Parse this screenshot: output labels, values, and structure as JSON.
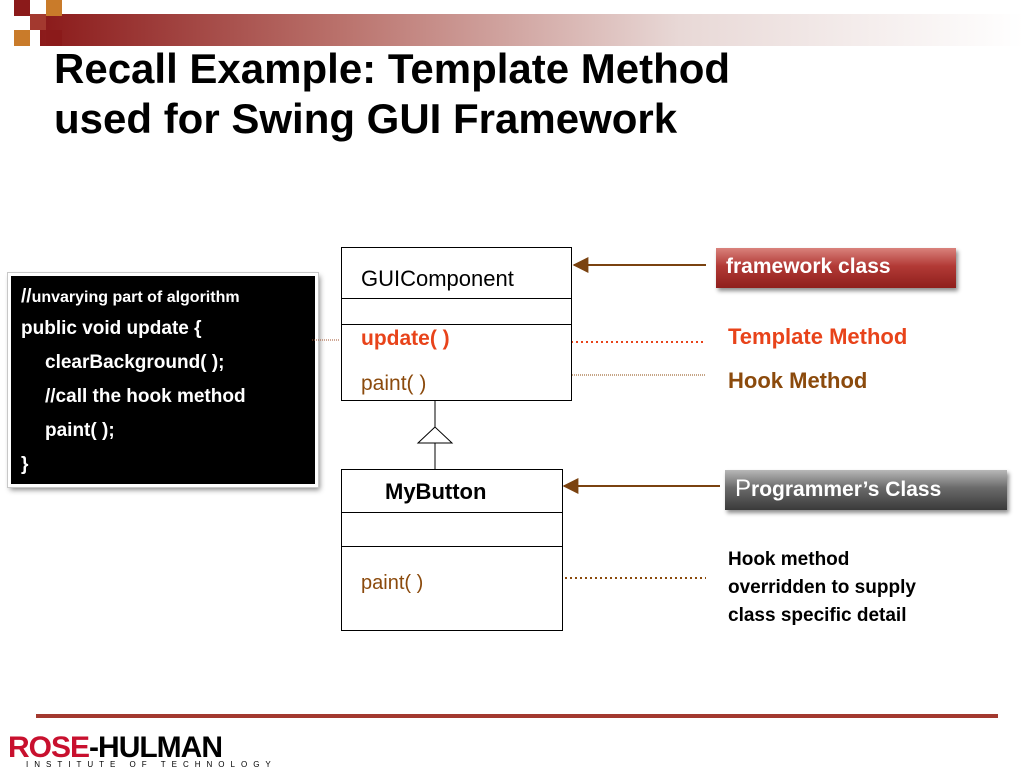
{
  "slide": {
    "title_line1": "Recall Example: Template Method",
    "title_line2": "used for Swing GUI Framework"
  },
  "code": {
    "comment1_prefix": "//",
    "comment1_text": "unvarying part of algorithm",
    "line2": "public void update {",
    "line3": "clearBackground( );",
    "line4": "//call the hook method",
    "line5": "paint( );",
    "line6": "}"
  },
  "uml": {
    "gui_component": {
      "name": "GUIComponent",
      "methods": [
        "update( )",
        "paint( )"
      ]
    },
    "my_button": {
      "name": "MyButton",
      "methods": [
        "paint( )"
      ]
    }
  },
  "callouts": {
    "framework_class": "framework class",
    "template_method": "Template Method",
    "hook_method": "Hook Method",
    "programmers_class_first": "P",
    "programmers_class_rest": "rogrammer’s Class",
    "hook_override_line1": "Hook method",
    "hook_override_line2": "overridden to supply",
    "hook_override_line3": "class specific detail"
  },
  "footer": {
    "logo_rose": "ROSE",
    "logo_dash": "-",
    "logo_hulman": "HULMAN",
    "logo_sub": "INSTITUTE OF TECHNOLOGY"
  },
  "colors": {
    "accent_red": "#a3392f",
    "template_method": "#e8431a",
    "method_brown": "#8b4a0c",
    "arrow_brown": "#7a4210",
    "badge_red": "#b23a36",
    "badge_gray": "#5a5a5a"
  }
}
